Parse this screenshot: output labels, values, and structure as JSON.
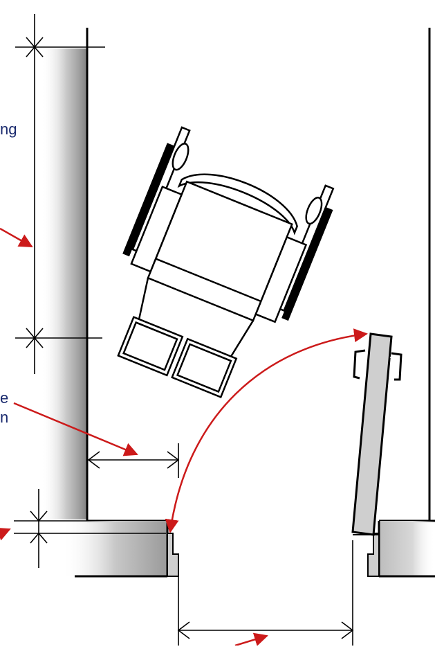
{
  "labels": {
    "clearance_fragment": "ng",
    "edge_fragment_top": "e",
    "edge_fragment_bottom": "n"
  },
  "colors": {
    "line": "#000000",
    "arrow": "#cc1a1a",
    "shade": "#8a8a8a",
    "door_fill": "#cfcfcf",
    "wall_fill": "#d9d9d9",
    "label": "#1a2a6e"
  },
  "icons": {
    "wheelchair": "wheelchair-topview-icon",
    "door": "door-leaf-icon"
  }
}
